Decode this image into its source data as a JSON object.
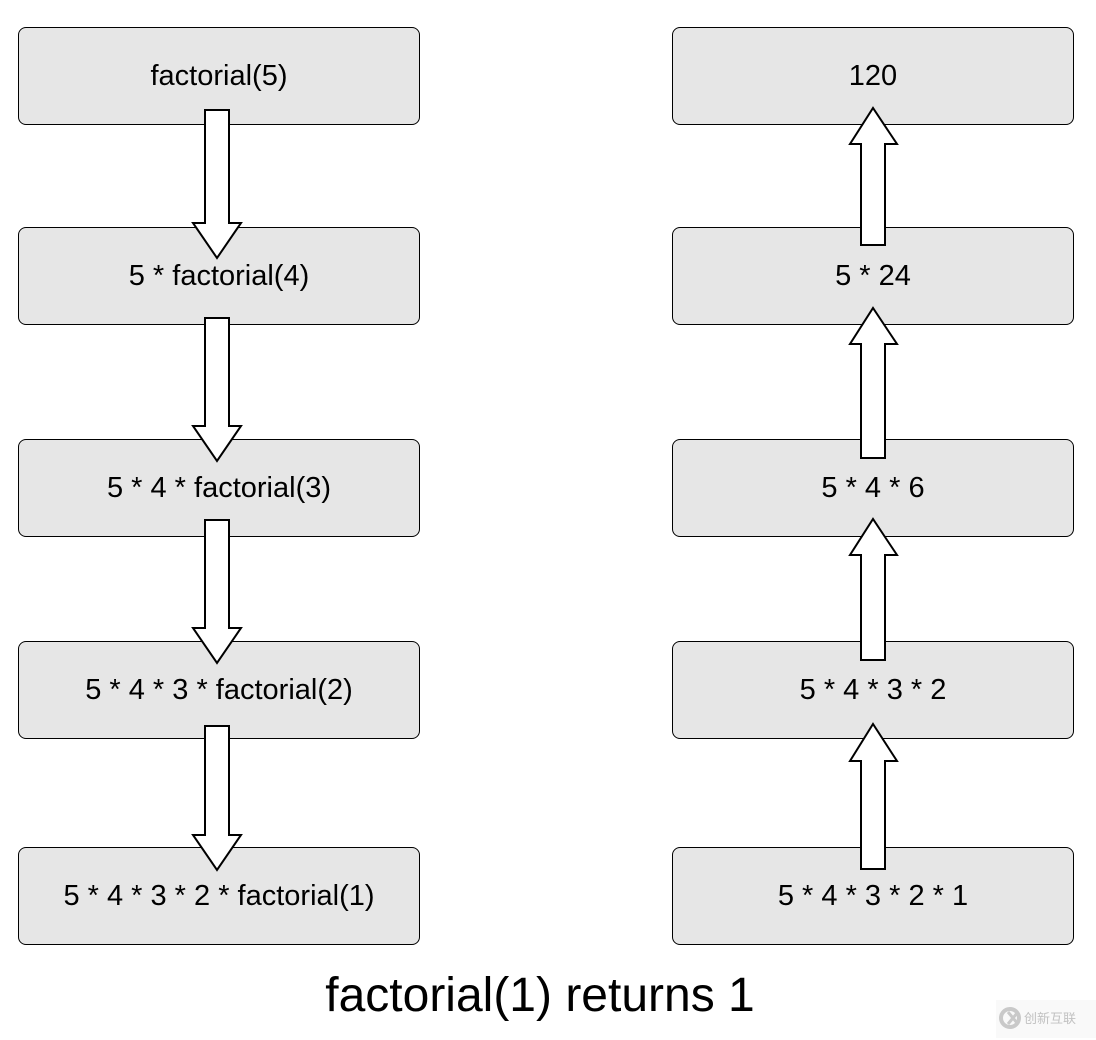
{
  "left_column": {
    "boxes": [
      {
        "label": "factorial(5)"
      },
      {
        "label": "5 * factorial(4)"
      },
      {
        "label": "5 * 4 * factorial(3)"
      },
      {
        "label": "5 * 4 * 3 * factorial(2)"
      },
      {
        "label": "5 * 4 * 3 * 2 * factorial(1)"
      }
    ]
  },
  "right_column": {
    "boxes": [
      {
        "label": "120"
      },
      {
        "label": "5 * 24"
      },
      {
        "label": "5 * 4 * 6"
      },
      {
        "label": "5 * 4 * 3 * 2"
      },
      {
        "label": "5 * 4 * 3 * 2 * 1"
      }
    ]
  },
  "caption": "factorial(1) returns 1",
  "watermark": {
    "text": "创新互联"
  },
  "colors": {
    "box_fill": "#e6e6e6",
    "stroke": "#000000",
    "arrow_fill": "#ffffff"
  }
}
